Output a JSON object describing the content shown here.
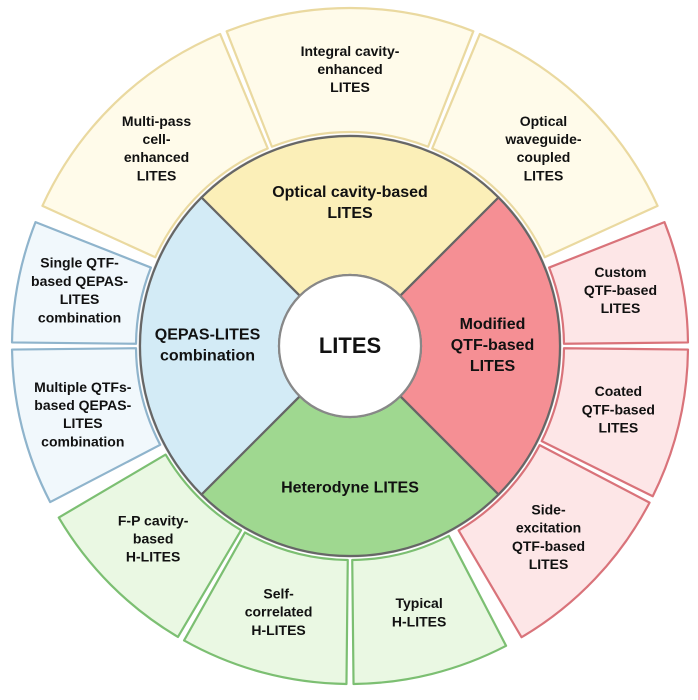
{
  "center": {
    "label": "LITES"
  },
  "categories": [
    {
      "id": "optical-cavity",
      "label": "Optical cavity-based LITES",
      "inner_color": "#fbefb8",
      "outer_color": "#fffbea",
      "border_color": "#ead9a0",
      "items": [
        "Multi-pass cell-enhanced LITES",
        "Integral cavity-enhanced LITES",
        "Optical waveguide-coupled LITES"
      ]
    },
    {
      "id": "modified-qtf",
      "label": "Modified QTF-based LITES",
      "inner_color": "#f58f94",
      "outer_color": "#fde6e7",
      "border_color": "#d9737a",
      "items": [
        "Custom QTF-based LITES",
        "Coated QTF-based LITES",
        "Side-excitation QTF-based LITES"
      ]
    },
    {
      "id": "heterodyne",
      "label": "Heterodyne LITES",
      "inner_color": "#9fd890",
      "outer_color": "#eaf8e3",
      "border_color": "#7cbf72",
      "items": [
        "Typical H-LITES",
        "Self-correlated H-LITES",
        "F-P cavity-based H-LITES"
      ]
    },
    {
      "id": "qepas-lites",
      "label": "QEPAS-LITES combination",
      "inner_color": "#d3ebf6",
      "outer_color": "#f1f8fc",
      "border_color": "#8fb4cc",
      "items": [
        "Multiple QTFs-based QEPAS-LITES combination",
        "Single QTF-based QEPAS-LITES combination"
      ]
    }
  ]
}
